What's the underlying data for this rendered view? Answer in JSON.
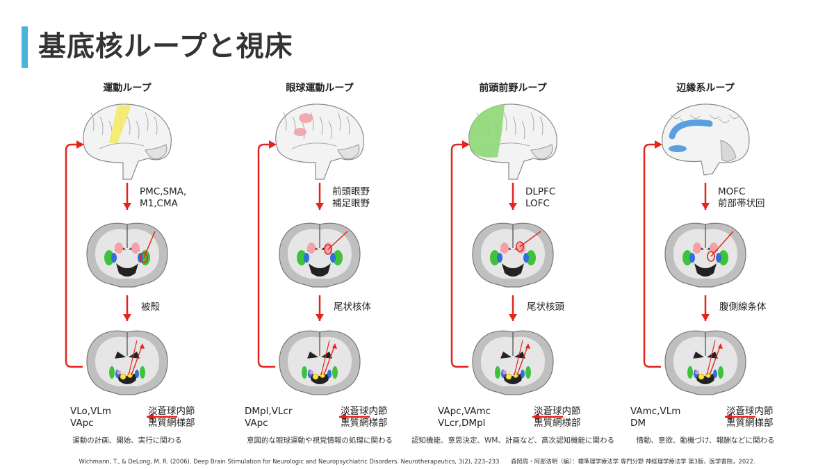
{
  "title": "基底核ループと視床",
  "loops": [
    {
      "name": "運動ループ",
      "cortex": [
        "PMC,SMA,",
        "M1,CMA"
      ],
      "striatum": "被殻",
      "thalamus": [
        "VLo,VLm",
        "VApc"
      ],
      "output": [
        "淡蒼球内節",
        "黒質網様部"
      ],
      "description": "運動の計画、開始、実行に関わる",
      "cortex_color": "#f5ea6a"
    },
    {
      "name": "眼球運動ループ",
      "cortex": [
        "前頭眼野",
        "補足眼野"
      ],
      "striatum": "尾状核体",
      "thalamus": [
        "DMpl,VLcr",
        "VApc"
      ],
      "output": [
        "淡蒼球内節",
        "黒質網様部"
      ],
      "description": "意図的な眼球運動や視覚情報の処理に関わる",
      "cortex_color": "#f4a0a8"
    },
    {
      "name": "前頭前野ループ",
      "cortex": [
        "DLPFC",
        "LOFC"
      ],
      "striatum": "尾状核頭",
      "thalamus": [
        "VApc,VAmc",
        "VLcr,DMpl"
      ],
      "output": [
        "淡蒼球内節",
        "黒質網様部"
      ],
      "description": "認知機能、意思決定、WM、計画など、高次認知機能に関わる",
      "cortex_color": "#8fd875"
    },
    {
      "name": "辺縁系ループ",
      "cortex": [
        "MOFC",
        "前部帯状回"
      ],
      "striatum": "腹側線条体",
      "thalamus": [
        "VAmc,VLm",
        "DM"
      ],
      "output": [
        "淡蒼球内節",
        "黒質網様部"
      ],
      "description": "情動、意欲、動機づけ、報酬などに関わる",
      "cortex_color": "#5a9fe0"
    }
  ],
  "citation": "Wichmann, T., & DeLong, M. R. (2006). Deep Brain Stimulation for Neurologic and Neuropsychiatric Disorders. Neurotherapeutics, 3(2), 223–233　　森岡周・阿部浩明（編）：標準理学療法学 専門分野 神経理学療法学 第3版、医学書院，2022."
}
